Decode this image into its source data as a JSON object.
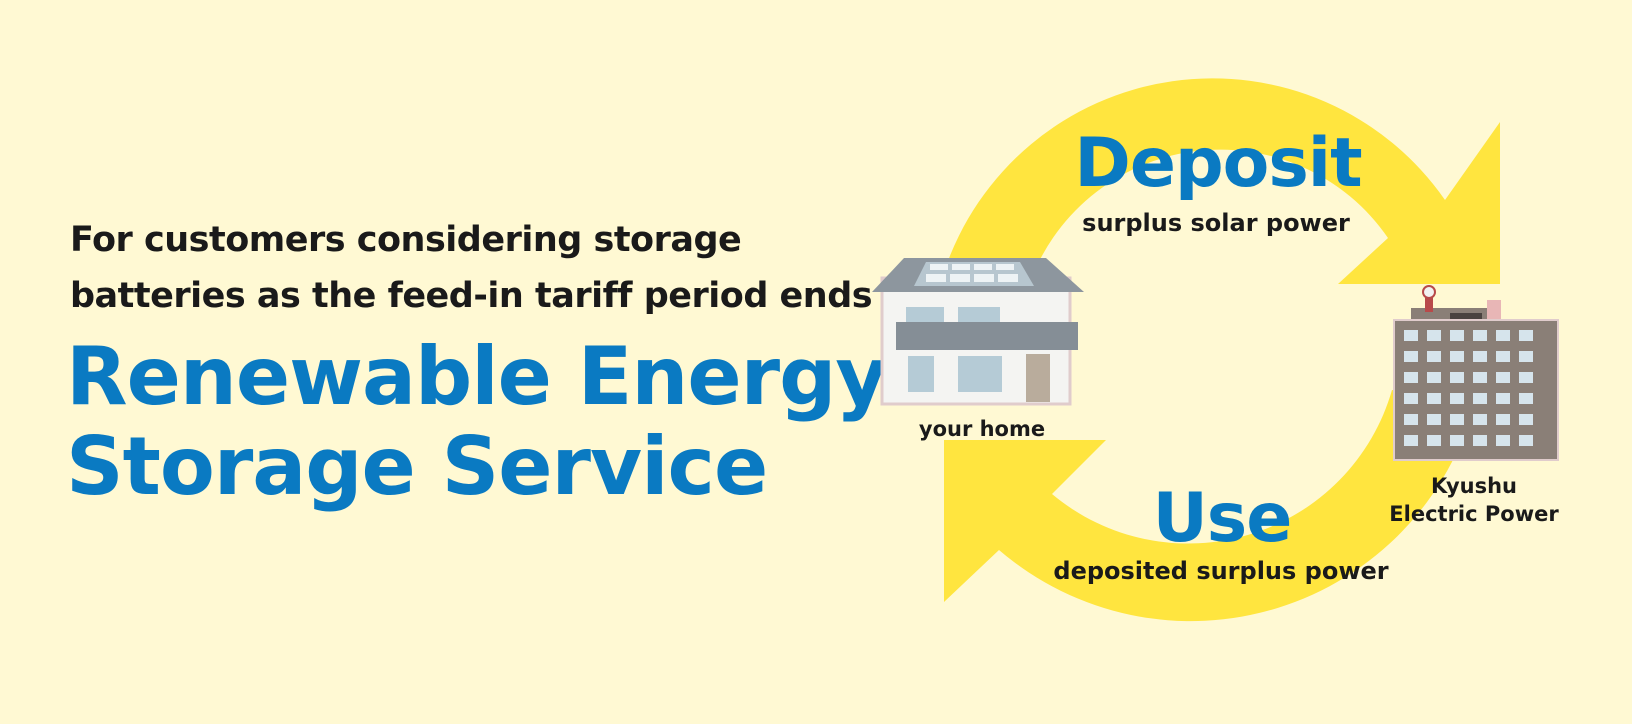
{
  "subtitle": {
    "line1": "For customers considering storage",
    "line2": "batteries as the feed-in tariff period ends"
  },
  "title": {
    "line1": "Renewable Energy",
    "line2": "Storage Service"
  },
  "cycle": {
    "deposit": {
      "heading": "Deposit",
      "caption": "surplus solar power"
    },
    "use": {
      "heading": "Use",
      "caption": "deposited surplus power"
    },
    "home_label": "your home",
    "utility_label_line1": "Kyushu",
    "utility_label_line2": "Electric Power"
  },
  "colors": {
    "background": "#fff9d3",
    "accent_blue": "#0a7ac2",
    "arrow_yellow": "#ffe53f",
    "text_dark": "#1a1a1a"
  },
  "icons": [
    "house-icon",
    "office-building-icon"
  ]
}
